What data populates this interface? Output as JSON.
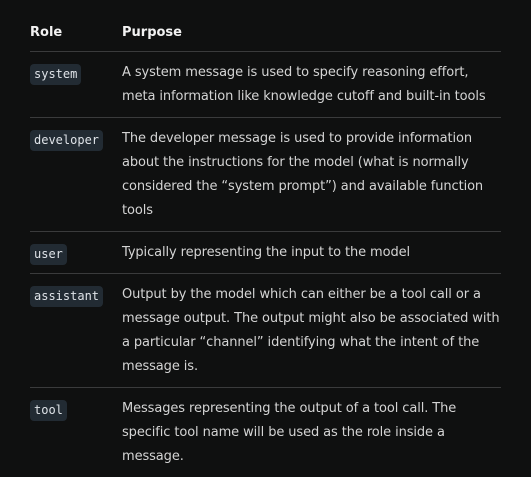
{
  "table": {
    "headers": {
      "role": "Role",
      "purpose": "Purpose"
    },
    "rows": [
      {
        "role": "system",
        "purpose": "A system message is used to specify reasoning effort, meta information like knowledge cutoff and built-in tools"
      },
      {
        "role": "developer",
        "purpose": "The developer message is used to provide information about the instructions for the model (what is normally considered the “system prompt”) and available function tools"
      },
      {
        "role": "user",
        "purpose": "Typically representing the input to the model"
      },
      {
        "role": "assistant",
        "purpose": "Output by the model which can either be a tool call or a message output. The output might also be associated with a particular “channel” identifying what the intent of the message is."
      },
      {
        "role": "tool",
        "purpose": "Messages representing the output of a tool call. The specific tool name will be used as the role inside a message."
      }
    ]
  },
  "colors": {
    "background": "#0f1010",
    "divider": "#3a3b3c",
    "code_background": "#222b33"
  }
}
